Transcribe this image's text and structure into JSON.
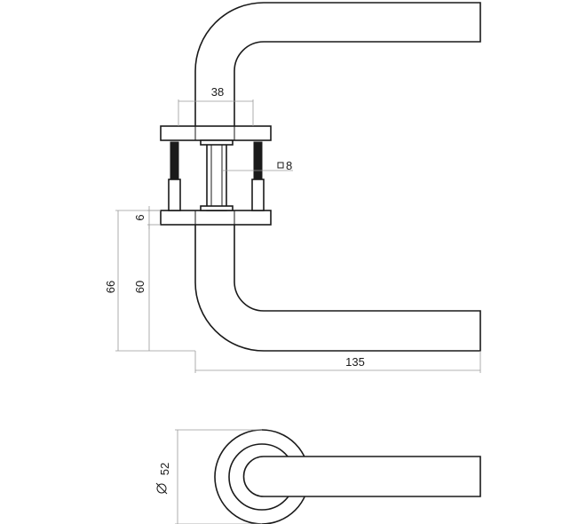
{
  "dimensions": {
    "rose_width": "38",
    "spindle_square": "8",
    "rose_thickness": "6",
    "total_height": "66",
    "handle_height": "60",
    "projection": "135",
    "rose_diameter": "52"
  },
  "symbols": {
    "square": "square-symbol",
    "diameter": "diameter-symbol"
  },
  "colors": {
    "line": "#1a1a1a",
    "dimension_line": "#9a9a9a",
    "background": "#ffffff"
  }
}
